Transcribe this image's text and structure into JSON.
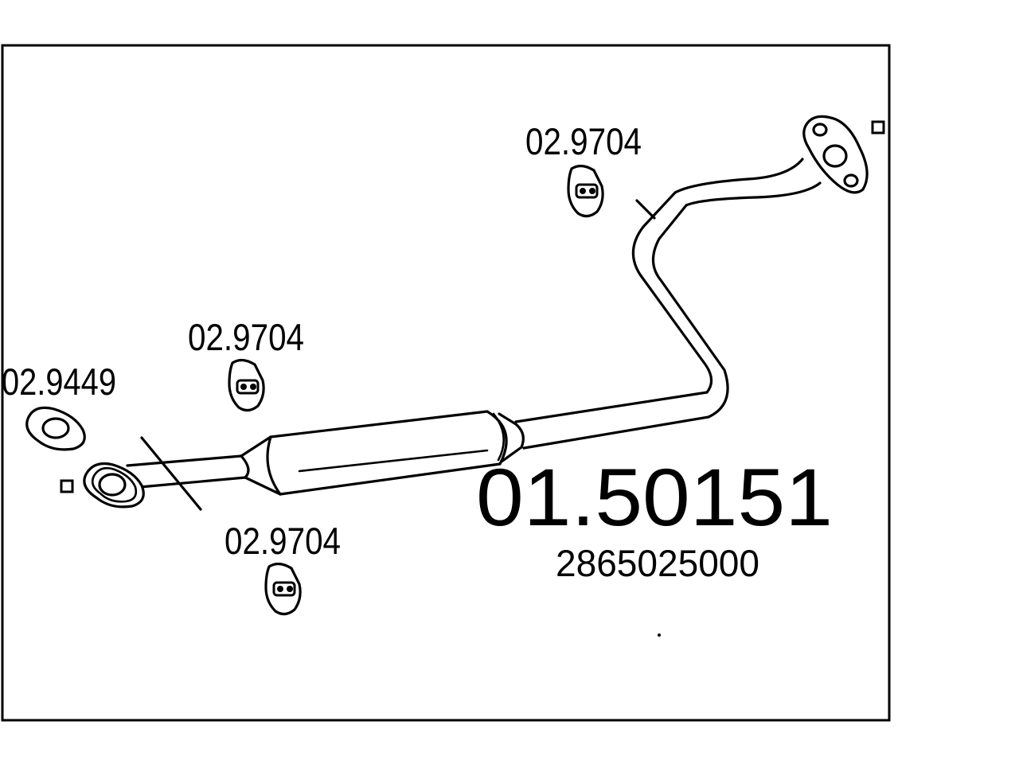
{
  "diagram": {
    "main_part_number": "01.50151",
    "oe_number": "2865025000",
    "parts": {
      "hanger_top": "02.9704",
      "hanger_mid": "02.9704",
      "hanger_bottom": "02.9704",
      "gasket": "02.9449"
    },
    "colors": {
      "line": "#000000",
      "background": "#ffffff"
    }
  }
}
